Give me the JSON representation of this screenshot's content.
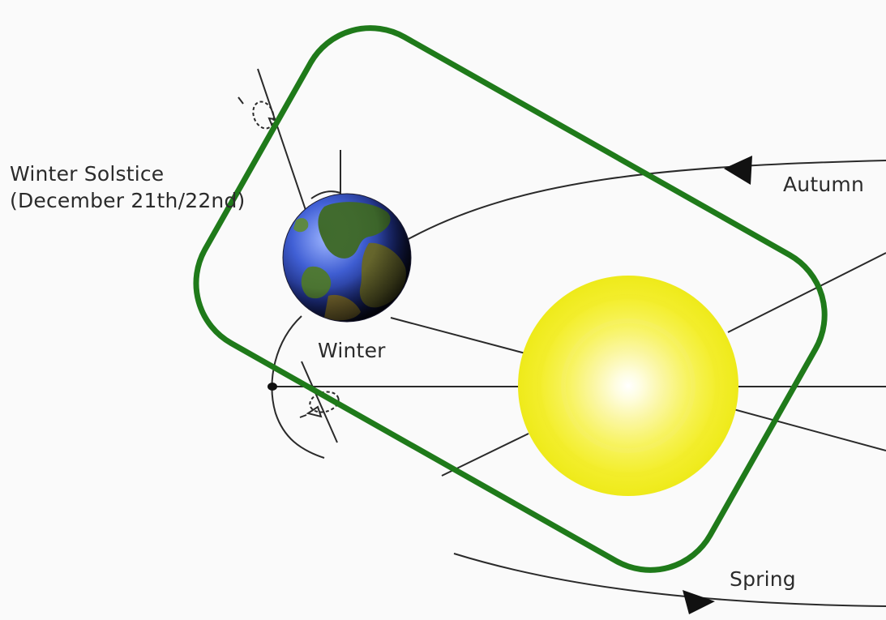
{
  "labels": {
    "solstice_title": "Winter Solstice",
    "solstice_date": "(December 21th/22nd)",
    "winter": "Winter",
    "autumn": "Autumn",
    "spring": "Spring"
  },
  "colors": {
    "highlight_box": "#1f7a1a",
    "sun_outer": "#f2f01c",
    "sun_inner": "#ffffff",
    "orbit_line": "#2a2a2a"
  },
  "icons": {
    "earth": "earth-globe-icon",
    "sun": "sun-icon"
  }
}
